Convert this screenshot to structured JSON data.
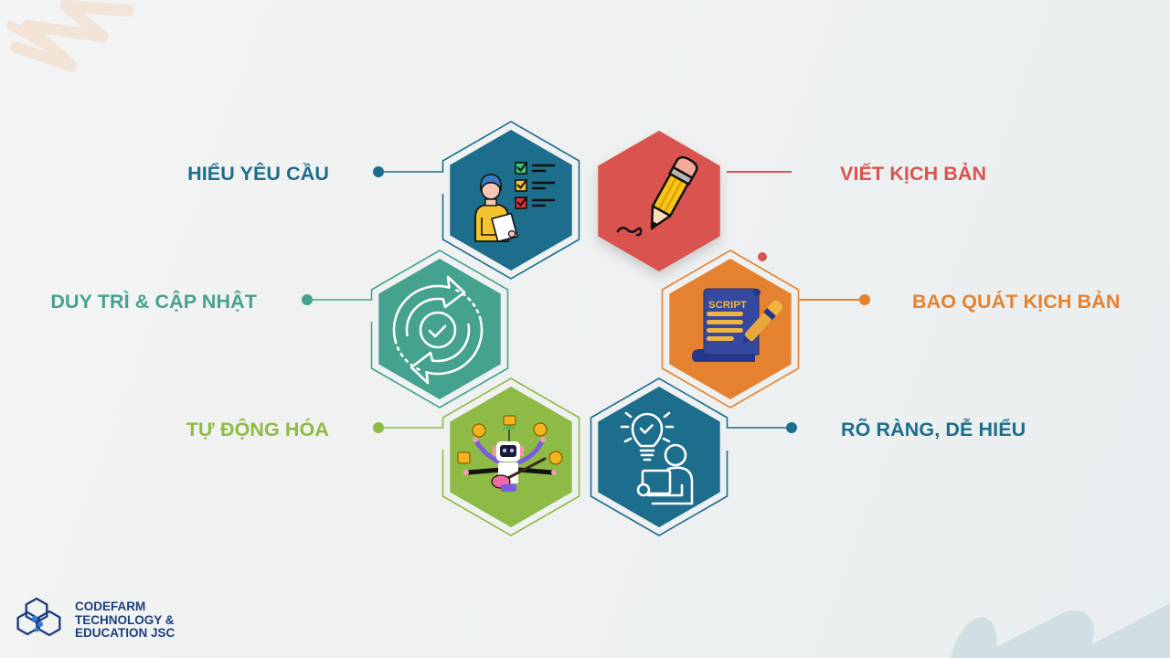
{
  "palette": {
    "blue": "#1c6e8c",
    "red": "#d9534f",
    "teal": "#45a28e",
    "orange": "#e5822f",
    "green": "#8dbb45",
    "navy": "#1d3f7d"
  },
  "steps": [
    {
      "label": "HIỂU YÊU CẦU",
      "color": "#1c6e8c",
      "icon": "checklist-person-icon"
    },
    {
      "label": "VIẾT KỊCH BẢN",
      "color": "#d9534f",
      "icon": "pencil-icon"
    },
    {
      "label": "DUY TRÌ & CẬP NHẬT",
      "color": "#45a28e",
      "icon": "sync-check-icon"
    },
    {
      "label": "BAO QUÁT KỊCH BẢN",
      "color": "#e5822f",
      "icon": "script-scroll-icon"
    },
    {
      "label": "TỰ ĐỘNG HÓA",
      "color": "#8dbb45",
      "icon": "multitask-robot-icon"
    },
    {
      "label": "RÕ RÀNG, DỄ HIỂU",
      "color": "#1c6e8c",
      "icon": "lightbulb-person-icon"
    }
  ],
  "icon_text": {
    "script_scroll": "SCRIPT"
  },
  "logo": {
    "icon": "hexagon-network-icon",
    "lines": [
      "CODEFARM",
      "TECHNOLOGY &",
      "EDUCATION JSC"
    ]
  }
}
